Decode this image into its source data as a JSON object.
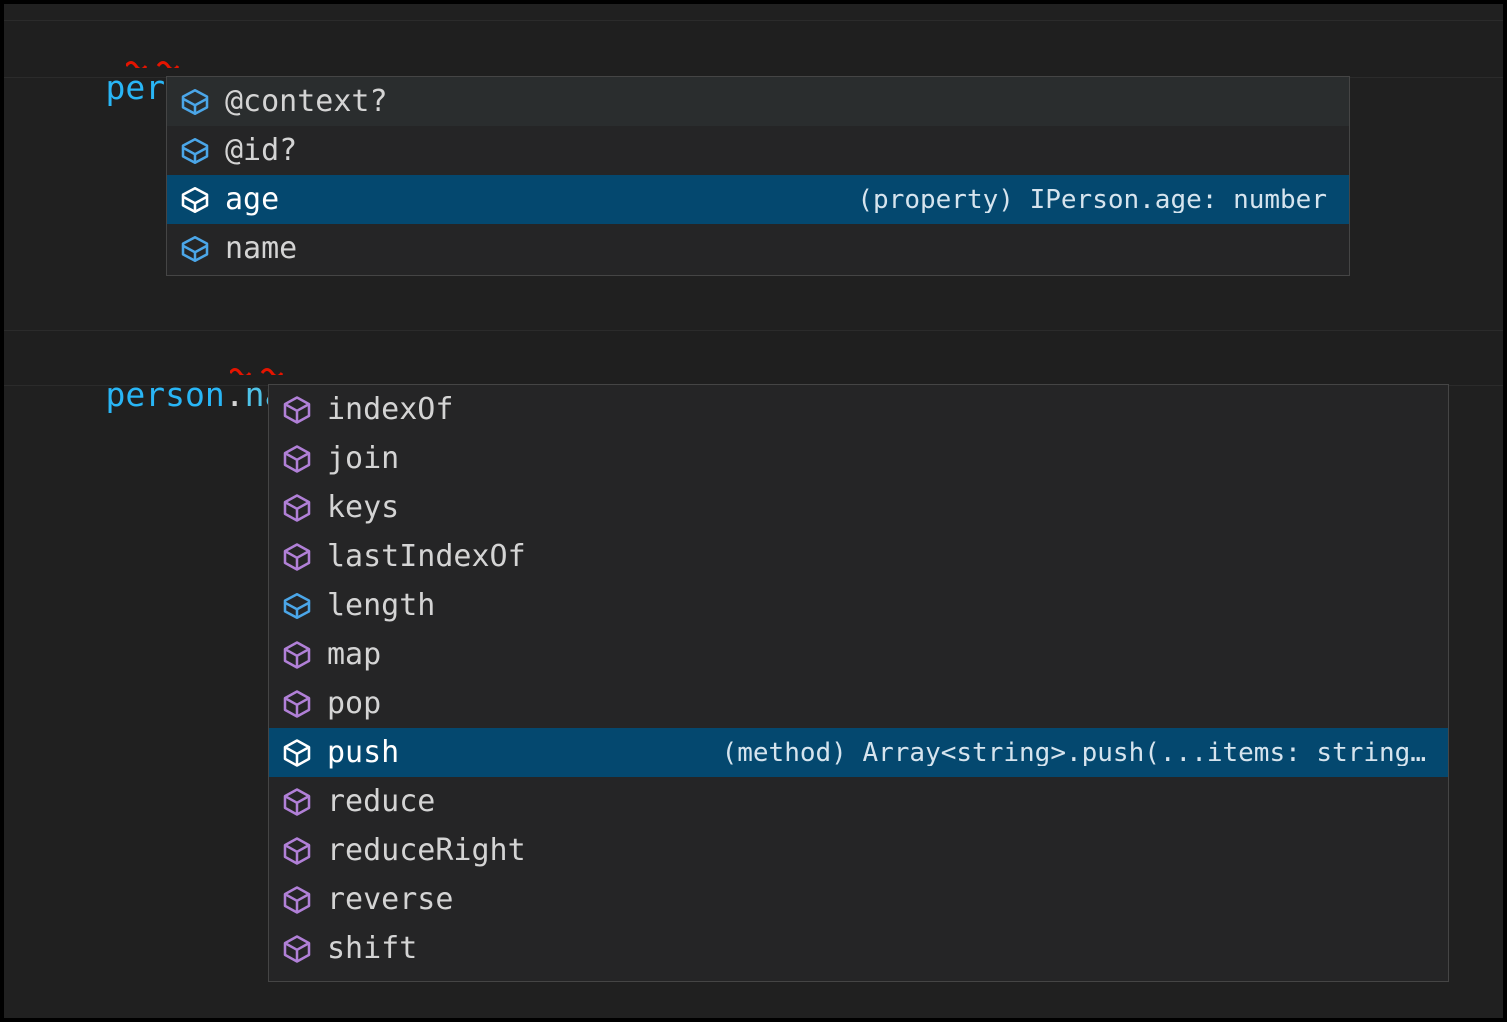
{
  "editor": {
    "theme": "dark",
    "background": "#1f1f1f",
    "code_lines": [
      {
        "name": "line-person",
        "tokens": [
          {
            "text": "person",
            "kind": "variable",
            "color": "#29b6f6"
          },
          {
            "text": ".",
            "kind": "punctuation",
            "color": "#d4d4d4"
          },
          {
            "text": ";",
            "kind": "punctuation",
            "color": "#d4d4d4"
          }
        ],
        "full_text": "person.;",
        "has_error_squiggle": true
      },
      {
        "name": "line-person-name",
        "tokens": [
          {
            "text": "person",
            "kind": "variable",
            "color": "#29b6f6"
          },
          {
            "text": ".",
            "kind": "punctuation",
            "color": "#d4d4d4"
          },
          {
            "text": "name",
            "kind": "property",
            "color": "#4fc3e8"
          },
          {
            "text": ".",
            "kind": "punctuation",
            "color": "#d4d4d4"
          },
          {
            "text": ";",
            "kind": "punctuation",
            "color": "#d4d4d4"
          }
        ],
        "full_text": "person.name.;",
        "has_error_squiggle": true
      }
    ],
    "squiggle_color": "#e51400"
  },
  "colors": {
    "selection_blue": "#04486f",
    "popup_background": "#252526",
    "popup_border": "#454545",
    "row_hover": "#2a2d2e",
    "text": "#d4d4d4",
    "icon_property_blue": "#4ba6e8",
    "icon_method_purple": "#b180d7",
    "icon_selected_white": "#ffffff"
  },
  "suggest_widgets": [
    {
      "name": "suggest-properties",
      "anchor_line": "person.;",
      "items": [
        {
          "label": "@context?",
          "icon": "cube-property-icon",
          "icon_kind": "property",
          "detail": "",
          "selected": false,
          "highlighted": true
        },
        {
          "label": "@id?",
          "icon": "cube-property-icon",
          "icon_kind": "property",
          "detail": "",
          "selected": false,
          "highlighted": false
        },
        {
          "label": "age",
          "icon": "cube-property-icon",
          "icon_kind": "property",
          "detail": "(property) IPerson.age: number",
          "selected": true,
          "highlighted": false
        },
        {
          "label": "name",
          "icon": "cube-property-icon",
          "icon_kind": "property",
          "detail": "",
          "selected": false,
          "highlighted": false
        }
      ]
    },
    {
      "name": "suggest-array-members",
      "anchor_line": "person.name.;",
      "items": [
        {
          "label": "indexOf",
          "icon": "cube-method-icon",
          "icon_kind": "method",
          "detail": "",
          "selected": false,
          "highlighted": false
        },
        {
          "label": "join",
          "icon": "cube-method-icon",
          "icon_kind": "method",
          "detail": "",
          "selected": false,
          "highlighted": false
        },
        {
          "label": "keys",
          "icon": "cube-method-icon",
          "icon_kind": "method",
          "detail": "",
          "selected": false,
          "highlighted": false
        },
        {
          "label": "lastIndexOf",
          "icon": "cube-method-icon",
          "icon_kind": "method",
          "detail": "",
          "selected": false,
          "highlighted": false
        },
        {
          "label": "length",
          "icon": "cube-property-icon",
          "icon_kind": "property",
          "detail": "",
          "selected": false,
          "highlighted": false
        },
        {
          "label": "map",
          "icon": "cube-method-icon",
          "icon_kind": "method",
          "detail": "",
          "selected": false,
          "highlighted": false
        },
        {
          "label": "pop",
          "icon": "cube-method-icon",
          "icon_kind": "method",
          "detail": "",
          "selected": false,
          "highlighted": false
        },
        {
          "label": "push",
          "icon": "cube-method-icon",
          "icon_kind": "method",
          "detail": "(method) Array<string>.push(...items: string…",
          "selected": true,
          "highlighted": false
        },
        {
          "label": "reduce",
          "icon": "cube-method-icon",
          "icon_kind": "method",
          "detail": "",
          "selected": false,
          "highlighted": false
        },
        {
          "label": "reduceRight",
          "icon": "cube-method-icon",
          "icon_kind": "method",
          "detail": "",
          "selected": false,
          "highlighted": false
        },
        {
          "label": "reverse",
          "icon": "cube-method-icon",
          "icon_kind": "method",
          "detail": "",
          "selected": false,
          "highlighted": false
        },
        {
          "label": "shift",
          "icon": "cube-method-icon",
          "icon_kind": "method",
          "detail": "",
          "selected": false,
          "highlighted": false
        }
      ]
    }
  ]
}
